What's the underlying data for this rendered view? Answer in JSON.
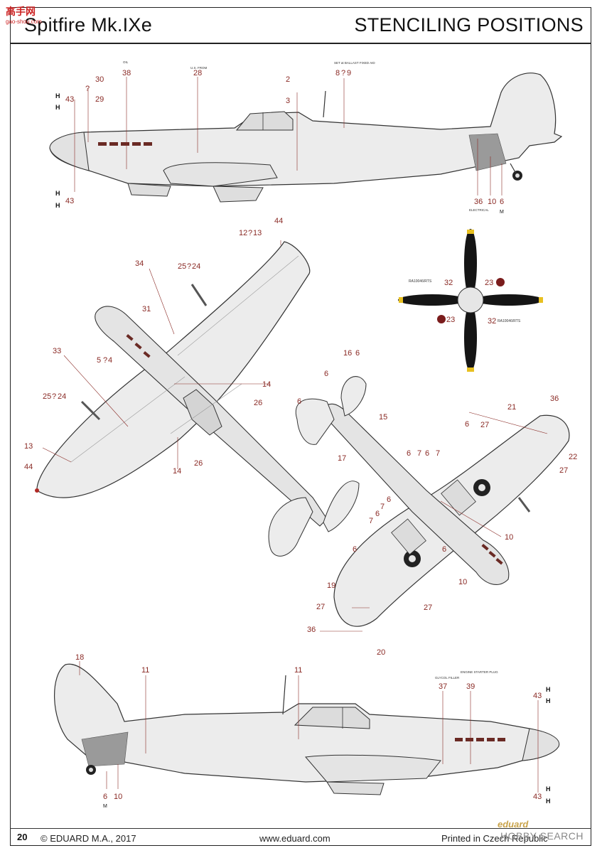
{
  "header": {
    "title_left": "Spitfire Mk.IXe",
    "title_right": "STENCILING POSITIONS"
  },
  "footer": {
    "page": "20",
    "copyright": "© EDUARD M.A., 2017",
    "url": "www.eduard.com",
    "printed": "Printed in Czech Republic"
  },
  "watermark": {
    "site": "高手网",
    "site_url": "gao-shou.com",
    "brand": "eduard",
    "search": "HOBBY SEARCH"
  },
  "side_top": {
    "labels": [
      "38",
      "28",
      "2",
      "3",
      "8",
      "?",
      "9",
      "30",
      "?",
      "29",
      "43",
      "43",
      "36",
      "10",
      "6"
    ],
    "marks": [
      "OIL",
      "U.S. FROM",
      "SET at BALLAST FIXED AID",
      "ELECTRICAL",
      "M"
    ]
  },
  "plan_top": {
    "labels": [
      "12",
      "?",
      "13",
      "44",
      "34",
      "25",
      "?",
      "24",
      "31",
      "33",
      "5",
      "?",
      "4",
      "25",
      "?",
      "24",
      "14",
      "26",
      "13",
      "44",
      "14",
      "26"
    ]
  },
  "propeller": {
    "labels": [
      "32",
      "23",
      "23",
      "32"
    ],
    "marks": [
      "RA10046/RTS",
      "RA10046/RTS"
    ]
  },
  "plan_bottom": {
    "labels": [
      "16",
      "6",
      "6",
      "6",
      "15",
      "17",
      "6",
      "7",
      "6",
      "7",
      "7",
      "6",
      "7",
      "6",
      "6",
      "21",
      "36",
      "6",
      "27",
      "22",
      "27",
      "10",
      "19",
      "27",
      "36",
      "20",
      "10",
      "27",
      "6"
    ]
  },
  "side_bottom": {
    "labels": [
      "18",
      "11",
      "11",
      "37",
      "39",
      "43",
      "43",
      "6",
      "10"
    ],
    "marks": [
      "GLYCOL FILLER",
      "ENGINE STARTER PLUG",
      "M"
    ]
  },
  "colors": {
    "number_red": "#8a2a25",
    "aircraft_fill": "#ececec",
    "outline": "#333333",
    "shadow": "#9a9a9a",
    "prop_black": "#151515",
    "prop_tip": "#e8c020",
    "roundel": "#222222"
  }
}
